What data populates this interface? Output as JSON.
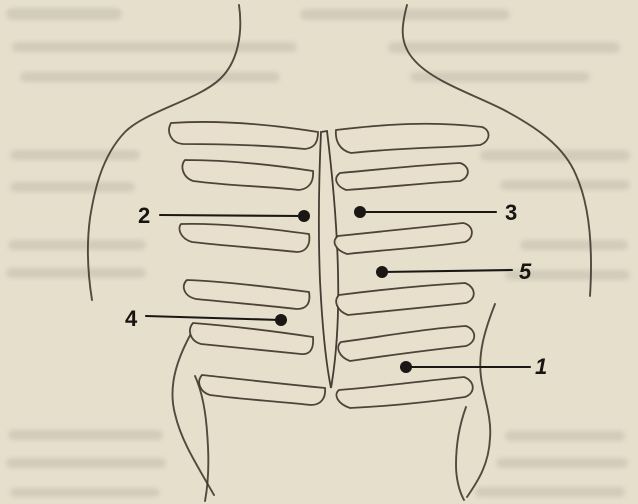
{
  "diagram": {
    "labels": [
      {
        "id": "1",
        "text": "1"
      },
      {
        "id": "2",
        "text": "2"
      },
      {
        "id": "3",
        "text": "3"
      },
      {
        "id": "4",
        "text": "4"
      },
      {
        "id": "5",
        "text": "5"
      }
    ]
  },
  "colors": {
    "paper": "#e5dfcc",
    "ink": "#1b1714",
    "outline": "#3a3027"
  }
}
